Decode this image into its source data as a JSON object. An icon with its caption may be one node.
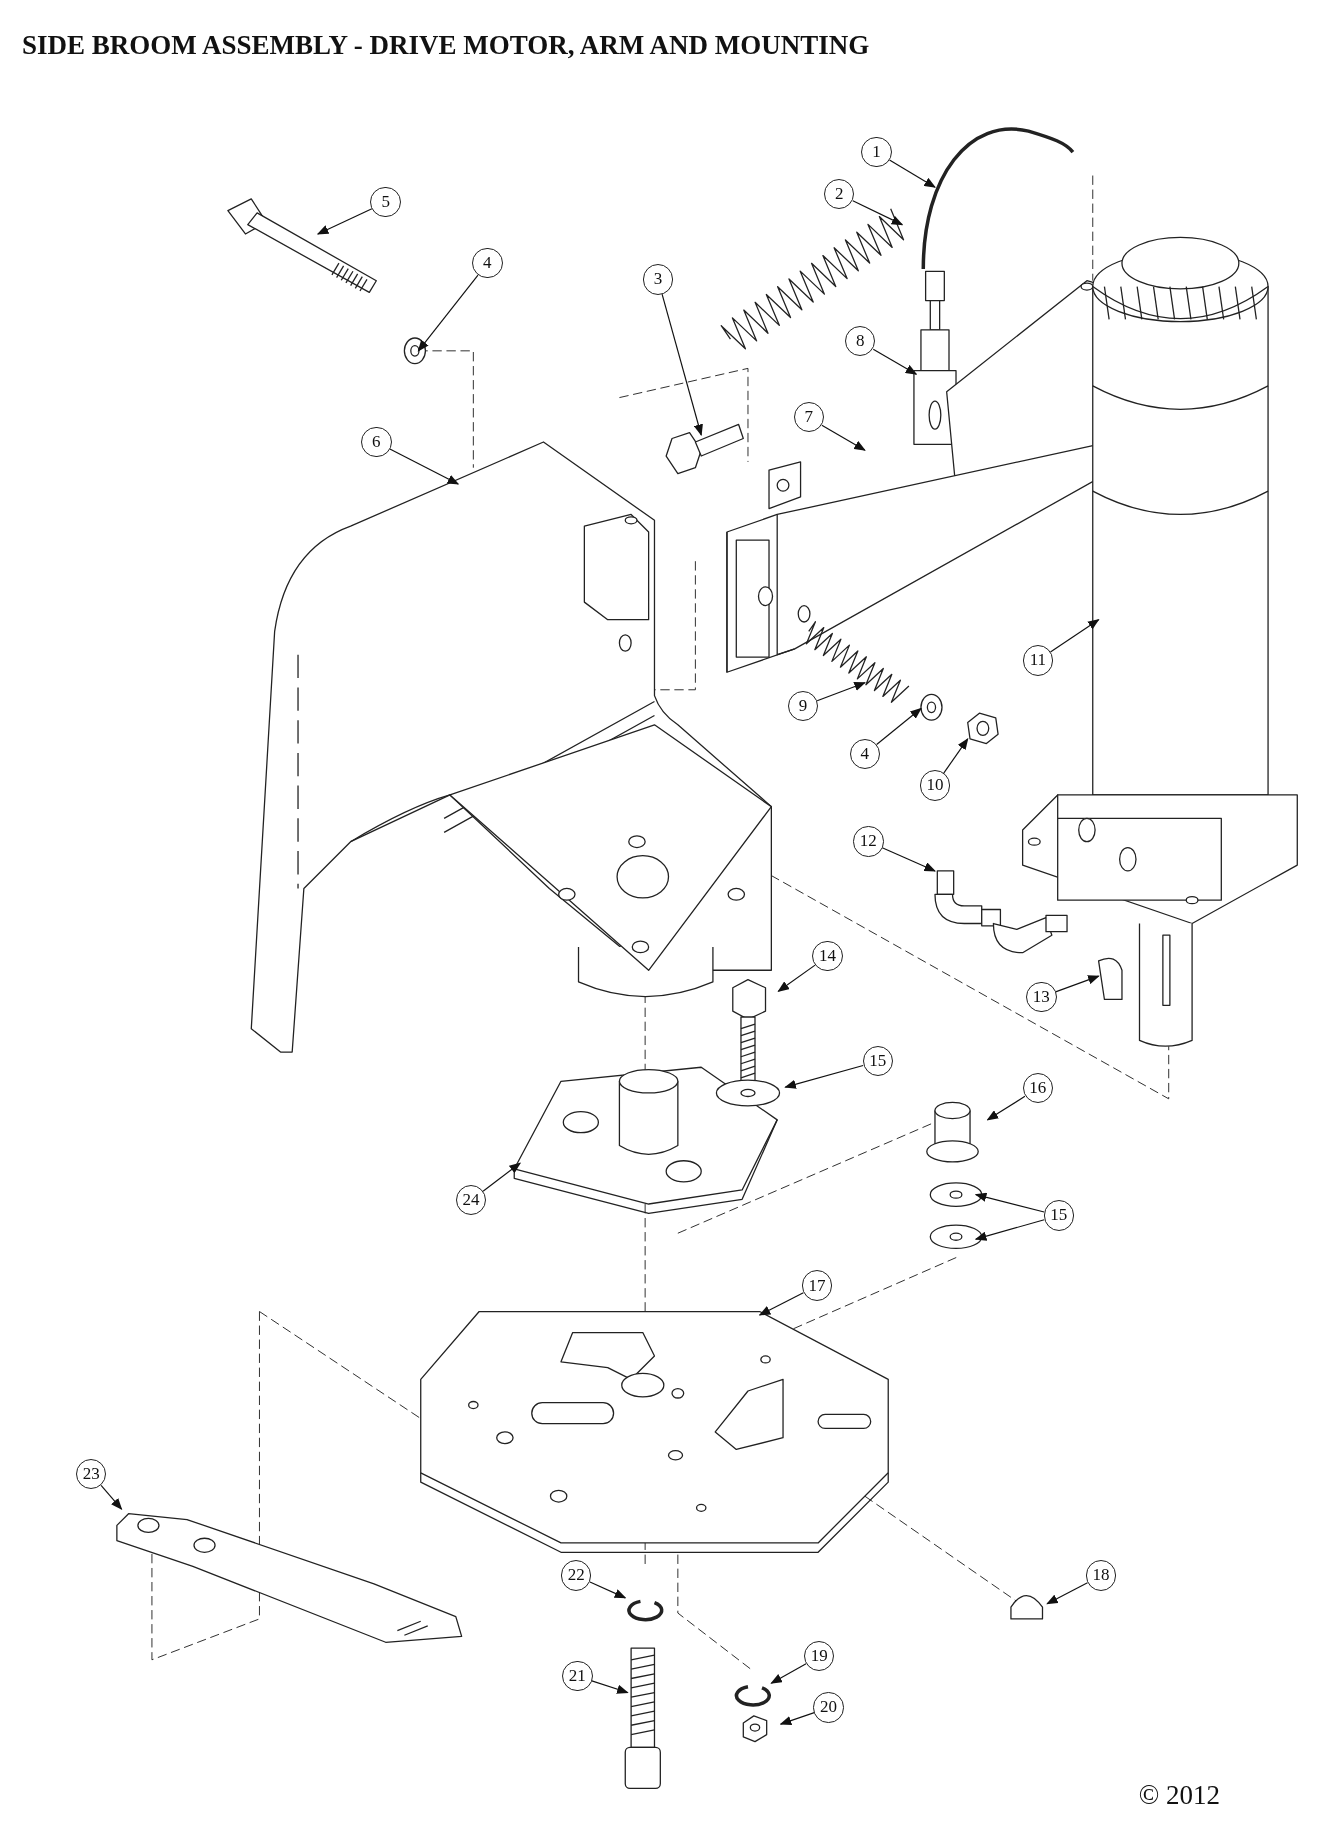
{
  "diagram": {
    "title": "SIDE BROOM ASSEMBLY - DRIVE MOTOR, ARM AND MOUNTING",
    "nodes": [
      {
        "text": [
          "1"
        ]
      },
      {
        "text": [
          "2"
        ]
      },
      {
        "text": [
          "5"
        ]
      },
      {
        "text": [
          "4"
        ]
      },
      {
        "text": [
          "3"
        ]
      },
      {
        "text": [
          "8"
        ]
      },
      {
        "text": [
          "6"
        ]
      },
      {
        "text": [
          "7"
        ]
      },
      {
        "text": [
          "11"
        ]
      },
      {
        "text": [
          "9"
        ]
      },
      {
        "text": [
          "4"
        ]
      },
      {
        "text": [
          "10"
        ]
      },
      {
        "text": [
          "12"
        ]
      },
      {
        "text": [
          "14"
        ]
      },
      {
        "text": [
          "13"
        ]
      },
      {
        "text": [
          "15"
        ]
      },
      {
        "text": [
          "16"
        ]
      },
      {
        "text": [
          "24"
        ]
      },
      {
        "text": [
          "15"
        ]
      },
      {
        "text": [
          "17"
        ]
      },
      {
        "text": [
          "23"
        ]
      },
      {
        "text": [
          "22"
        ]
      },
      {
        "text": [
          "18"
        ]
      },
      {
        "text": [
          "19"
        ]
      },
      {
        "text": [
          "21"
        ]
      },
      {
        "text": [
          "20"
        ]
      }
    ],
    "edges": [
      {
        "from": 0,
        "to": null,
        "arrow": "to"
      },
      {
        "from": 1,
        "to": null,
        "arrow": "to"
      },
      {
        "from": 2,
        "to": null,
        "arrow": "to"
      },
      {
        "from": 3,
        "to": null,
        "arrow": "to"
      },
      {
        "from": 4,
        "to": null,
        "arrow": "to"
      },
      {
        "from": 5,
        "to": null,
        "arrow": "to"
      },
      {
        "from": 6,
        "to": null,
        "arrow": "to"
      },
      {
        "from": 7,
        "to": null,
        "arrow": "to"
      },
      {
        "from": 8,
        "to": null,
        "arrow": "to"
      },
      {
        "from": 9,
        "to": null,
        "arrow": "to"
      },
      {
        "from": 10,
        "to": null,
        "arrow": "to"
      },
      {
        "from": 11,
        "to": null,
        "arrow": "to"
      },
      {
        "from": 12,
        "to": null,
        "arrow": "to"
      },
      {
        "from": 13,
        "to": null,
        "arrow": "to"
      },
      {
        "from": 14,
        "to": null,
        "arrow": "to"
      },
      {
        "from": 15,
        "to": null,
        "arrow": "to"
      },
      {
        "from": 16,
        "to": null,
        "arrow": "to"
      },
      {
        "from": 17,
        "to": null,
        "arrow": "to"
      },
      {
        "from": 18,
        "to": null,
        "arrow": "to"
      },
      {
        "from": 18,
        "to": null,
        "arrow": "to"
      },
      {
        "from": 19,
        "to": null,
        "arrow": "to"
      },
      {
        "from": 20,
        "to": null,
        "arrow": "to"
      },
      {
        "from": 21,
        "to": null,
        "arrow": "to"
      },
      {
        "from": 22,
        "to": null,
        "arrow": "to"
      },
      {
        "from": 23,
        "to": null,
        "arrow": "to"
      },
      {
        "from": 24,
        "to": null,
        "arrow": "to"
      },
      {
        "from": 25,
        "to": null,
        "arrow": "to"
      }
    ],
    "labels": [
      "© 2012"
    ]
  }
}
